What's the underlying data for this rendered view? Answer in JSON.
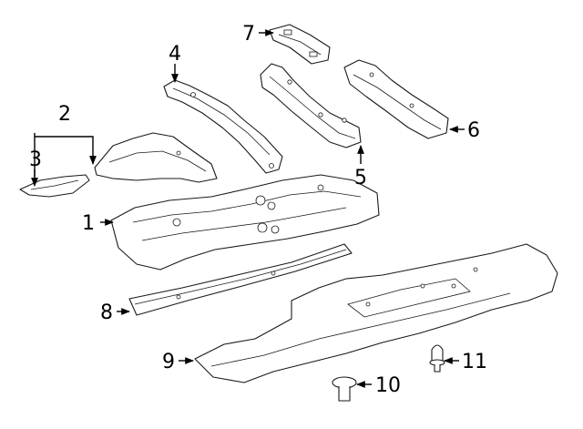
{
  "callouts": [
    {
      "id": "1",
      "label": "1"
    },
    {
      "id": "2",
      "label": "2"
    },
    {
      "id": "3",
      "label": "3"
    },
    {
      "id": "4",
      "label": "4"
    },
    {
      "id": "5",
      "label": "5"
    },
    {
      "id": "6",
      "label": "6"
    },
    {
      "id": "7",
      "label": "7"
    },
    {
      "id": "8",
      "label": "8"
    },
    {
      "id": "9",
      "label": "9"
    },
    {
      "id": "10",
      "label": "10"
    },
    {
      "id": "11",
      "label": "11"
    }
  ],
  "colors": {
    "line": "#1a1a1a",
    "background": "#ffffff"
  }
}
